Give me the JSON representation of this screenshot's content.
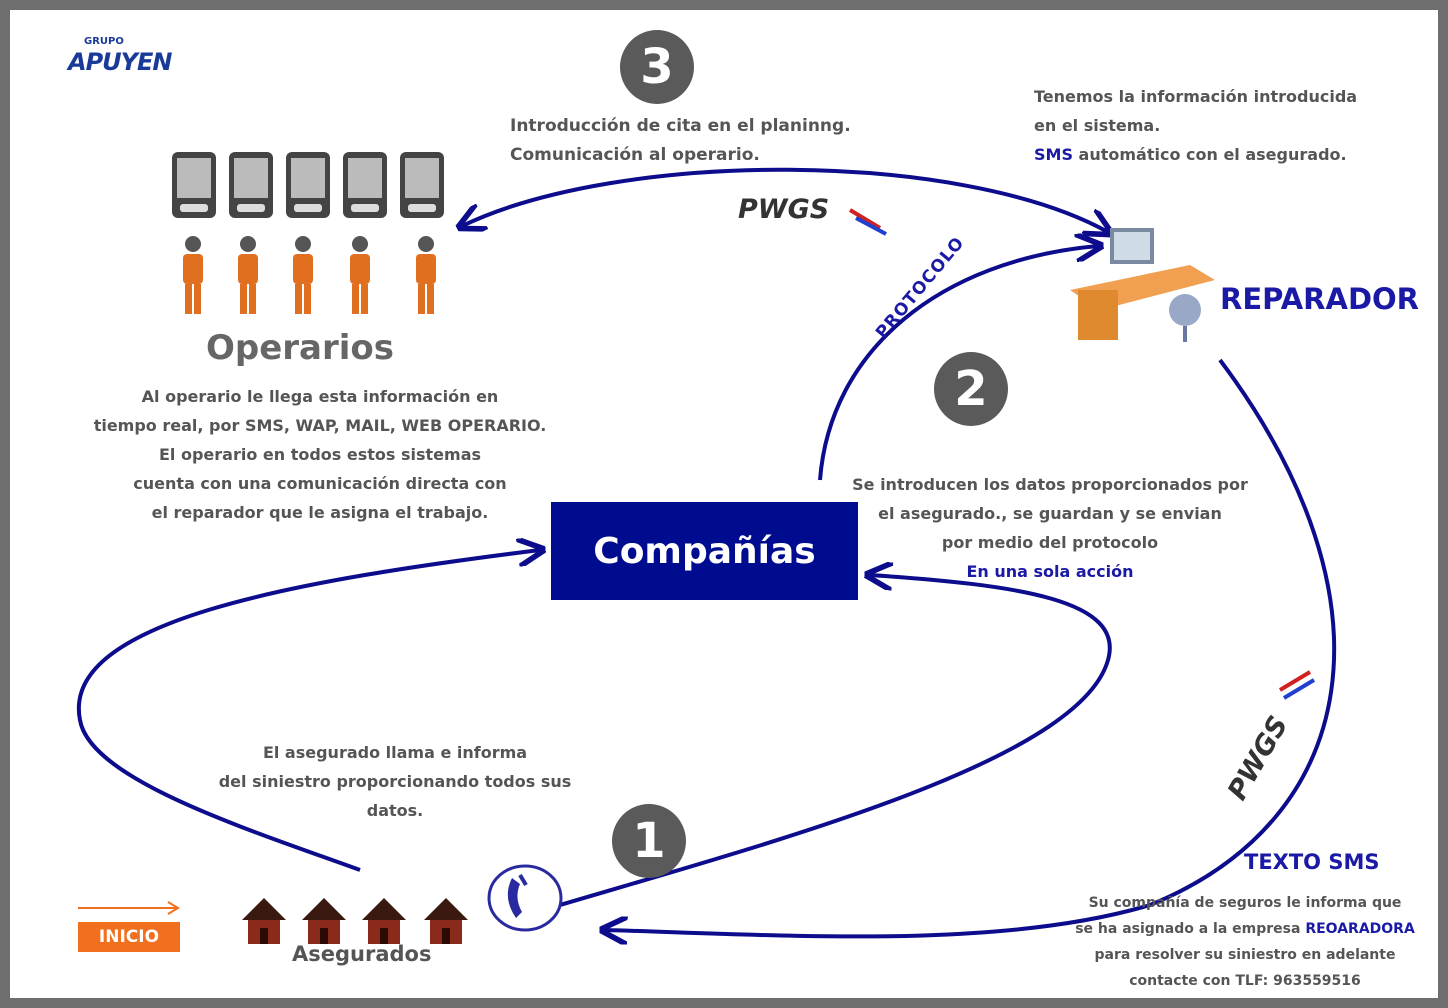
{
  "logo": {
    "small": "GRUPO",
    "brand": "APUYEN"
  },
  "badges": {
    "one": "1",
    "two": "2",
    "three": "3"
  },
  "step3_text": [
    "Introducción de cita en el planinng.",
    "Comunicación al operario."
  ],
  "reparador_text": {
    "line1": "Tenemos la información introducida",
    "line2": "en el sistema.",
    "line3_sms": "SMS",
    "line3_rest": " automático con el asegurado."
  },
  "operarios": {
    "title": "Operarios",
    "description": [
      "Al operario le llega esta información  en",
      "tiempo real, por SMS, WAP, MAIL, WEB OPERARIO.",
      "El operario en todos estos sistemas",
      "cuenta con una comunicación directa con",
      "el reparador que le asigna el trabajo."
    ]
  },
  "reparador_label": "REPARADOR",
  "protocolo_label": "PROTOCOLO",
  "pwgs_label": "PWGS",
  "companias_label": "Compañías",
  "step2_text": {
    "lines": [
      "Se introducen los datos proporcionados por",
      "el asegurado., se guardan y se envian",
      "por medio del protocolo"
    ],
    "highlight": "En una sola acción"
  },
  "step1_text": [
    "El asegurado llama e informa",
    "del siniestro proporcionando todos sus",
    "datos."
  ],
  "texto_sms": {
    "title": "TEXTO SMS",
    "line1": "Su compañía de seguros le informa que",
    "line2_pre": "se ha asignado a la empresa ",
    "line2_highlight": "REOARADORA",
    "line3": "para resolver su siniestro en adelante",
    "line4": "contacte con TLF: 963559516"
  },
  "asegurados_label": "Asegurados",
  "inicio_button": "INICIO",
  "colors": {
    "navy": "#000c8f",
    "blue_text": "#1a1aa6",
    "orange": "#f07020",
    "grey_badge": "#5a5a5a",
    "frame": "#6e6e6e"
  }
}
